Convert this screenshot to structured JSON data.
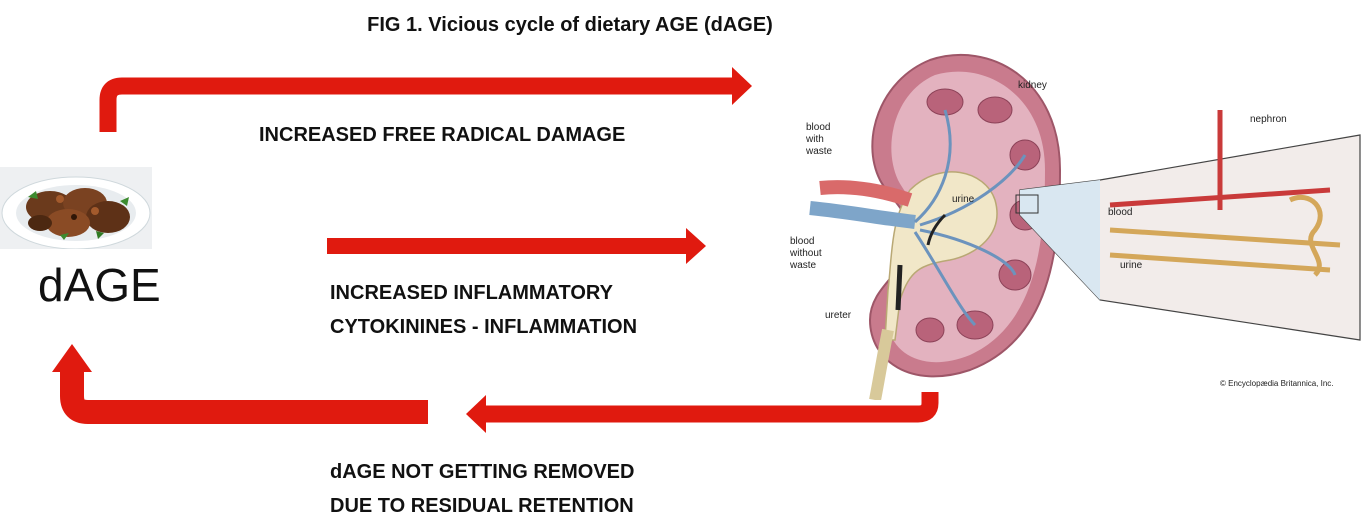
{
  "title": "FIG 1. Vicious cycle of dietary AGE (dAGE)",
  "food_label": "dAGE",
  "arrows": {
    "top_label": "INCREASED FREE RADICAL DAMAGE",
    "middle_label_line1": "INCREASED INFLAMMATORY",
    "middle_label_line2": "CYTOKININES - INFLAMMATION",
    "bottom_label_line1": "dAGE NOT GETTING REMOVED",
    "bottom_label_line2": "DUE TO RESIDUAL RETENTION",
    "color": "#e01a0f"
  },
  "kidney_diagram": {
    "label_kidney": "kidney",
    "label_blood_with": "blood",
    "label_with": "with",
    "label_waste1": "waste",
    "label_blood_without": "blood",
    "label_without": "without",
    "label_waste2": "waste",
    "label_urine_center": "urine",
    "label_ureter": "ureter",
    "label_nephron": "nephron",
    "label_blood_nephron": "blood",
    "label_urine_nephron": "urine",
    "credit": "© Encyclopædia Britannica, Inc."
  }
}
